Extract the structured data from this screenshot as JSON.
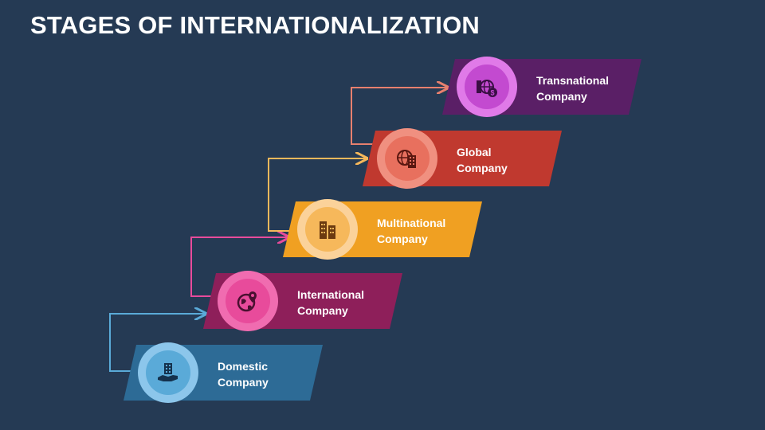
{
  "title": "STAGES OF INTERNATIONALIZATION",
  "stages": [
    {
      "label": "Domestic\nCompany",
      "color": "#2d6b96",
      "ring": "#8cc6eb",
      "core": "#5aaad8",
      "icon": "building-hand-icon"
    },
    {
      "label": "International\nCompany",
      "color": "#8e1f5a",
      "ring": "#f06cb0",
      "core": "#e84b9b",
      "icon": "globe-pin-icon"
    },
    {
      "label": "Multinational\nCompany",
      "color": "#f0a022",
      "ring": "#fbd29a",
      "core": "#f6b85b",
      "icon": "skyscrapers-icon"
    },
    {
      "label": "Global\nCompany",
      "color": "#c0392f",
      "ring": "#f09080",
      "core": "#e8705e",
      "icon": "globe-building-icon"
    },
    {
      "label": "Transnational\nCompany",
      "color": "#5a1f66",
      "ring": "#e07ae8",
      "core": "#c34ad0",
      "icon": "globe-dollar-icon"
    }
  ],
  "connector_colors": [
    "#5aaad8",
    "#e84b9b",
    "#f6b85b",
    "#e8806e"
  ]
}
